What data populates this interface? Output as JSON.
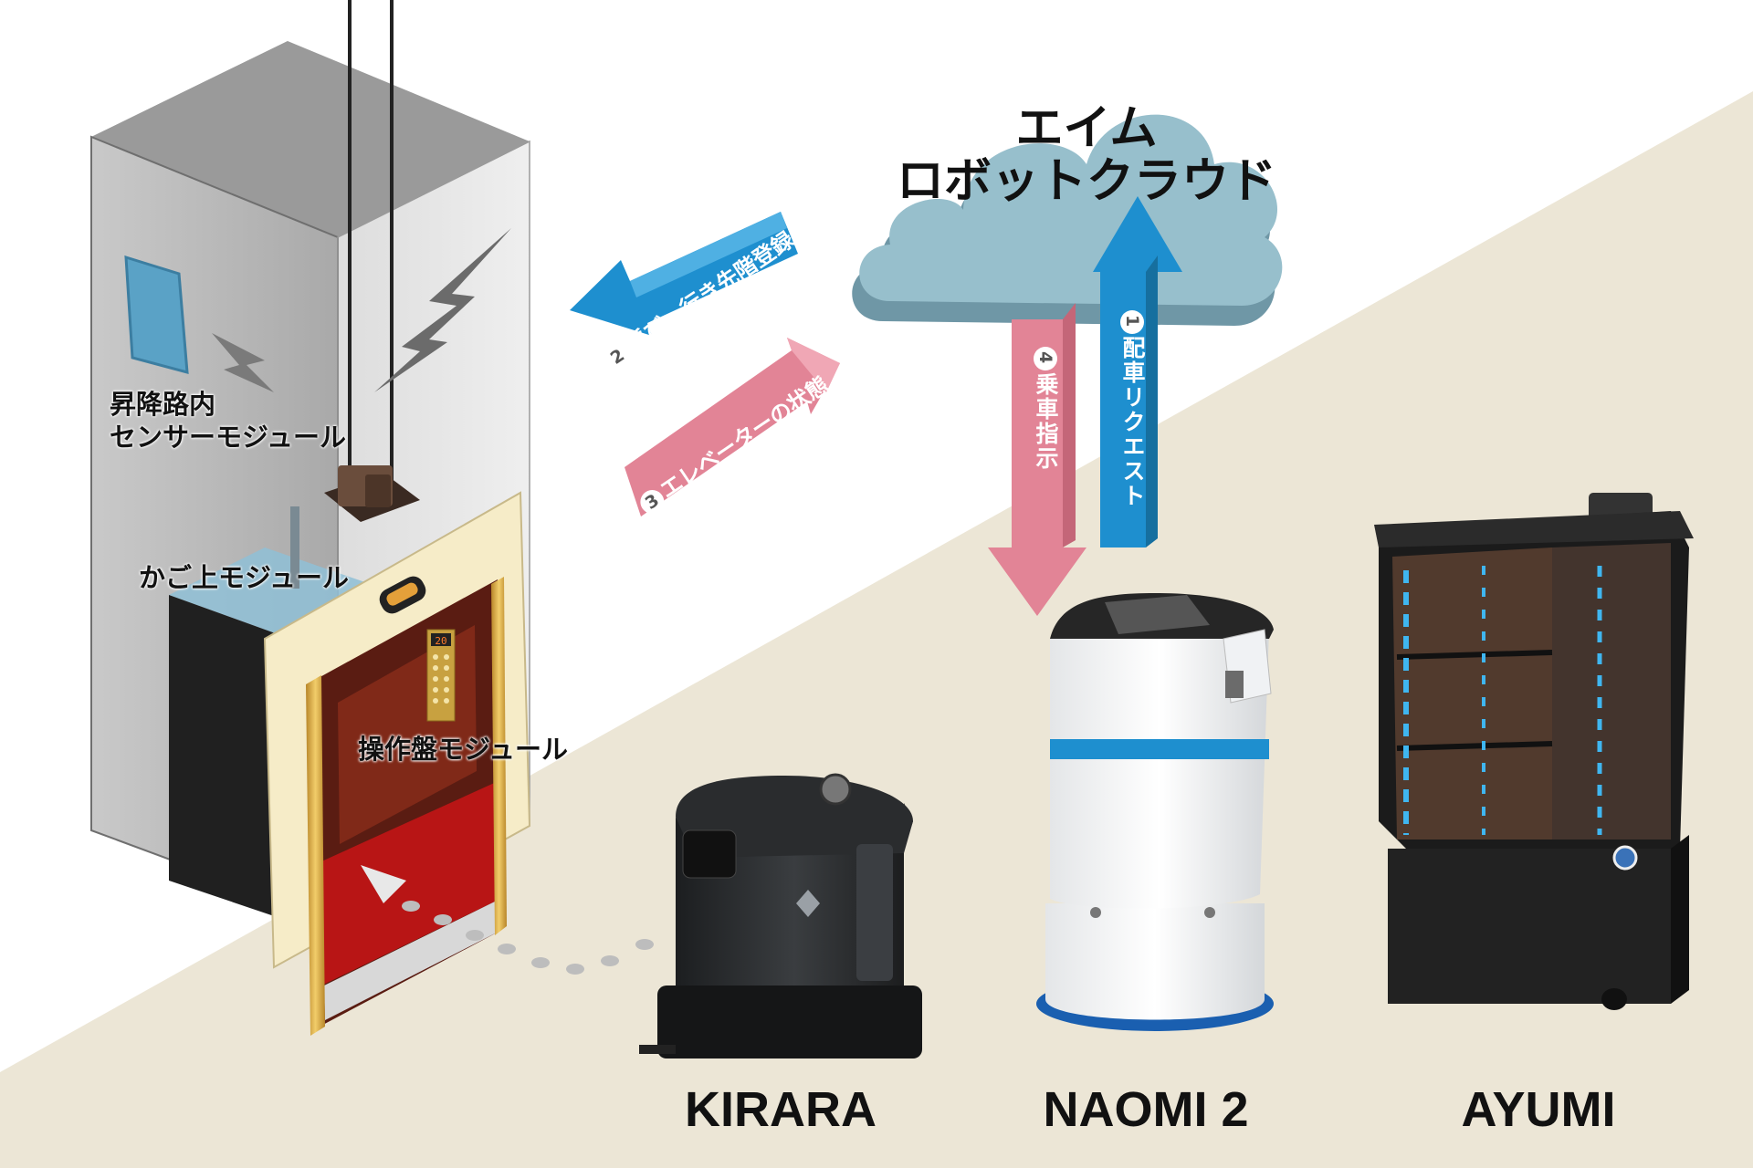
{
  "cloud": {
    "line1": "エイム",
    "line2": "ロボットクラウド"
  },
  "modules": {
    "hoistway_line1": "昇降路内",
    "hoistway_line2": "センサーモジュール",
    "car_top": "かご上モジュール",
    "control_panel": "操作盤モジュール"
  },
  "arrows": {
    "step2": {
      "num": "2",
      "label": "呼び・行き先階登録"
    },
    "step3": {
      "num": "3",
      "label": "エレベーターの状態"
    },
    "step4": {
      "num": "4",
      "label": "乗車指示"
    },
    "step1": {
      "num": "1",
      "label": "配車リクエスト"
    }
  },
  "elevator_display": "20",
  "robots": [
    "KIRARA",
    "NAOMI 2",
    "AYUMI"
  ],
  "colors": {
    "blue_arrow": "#1e8fcf",
    "pink_arrow": "#e28496",
    "cloud": "#97bfcc",
    "floor": "#ece6d6",
    "panel_frame": "#f6ecc8"
  }
}
